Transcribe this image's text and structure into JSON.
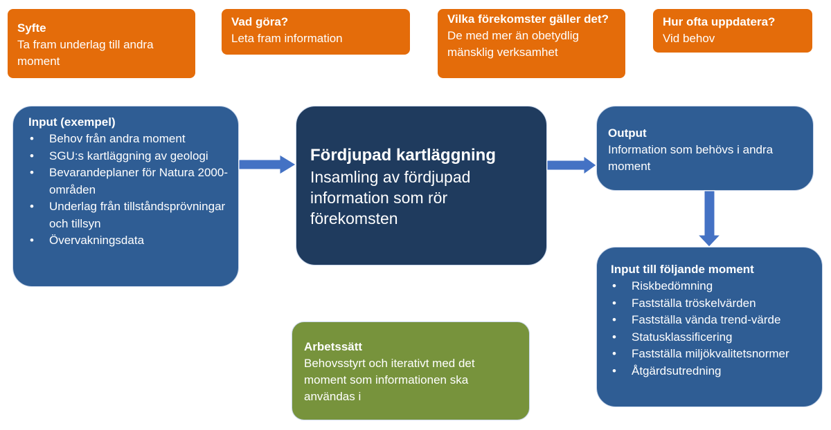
{
  "top_boxes": [
    {
      "title": "Syfte",
      "text": "Ta fram underlag till andra moment"
    },
    {
      "title": "Vad göra?",
      "text": "Leta fram information"
    },
    {
      "title": "Vilka förekomster gäller det?",
      "text": "De med mer än obetydlig mänsklig verksamhet"
    },
    {
      "title": "Hur ofta uppdatera?",
      "text": "Vid behov"
    }
  ],
  "input": {
    "title": "Input (exempel)",
    "items": [
      "Behov från andra moment",
      "SGU:s kartläggning av geologi",
      "Bevarandeplaner för Natura 2000-områden",
      "Underlag från tillståndsprövningar och tillsyn",
      "Övervakningsdata"
    ]
  },
  "center": {
    "title": "Fördjupad kartläggning",
    "text": "Insamling av fördjupad information som rör förekomsten"
  },
  "output": {
    "title": "Output",
    "text": "Information som behövs i andra moment"
  },
  "next_input": {
    "title": "Input till följande moment",
    "items": [
      "Riskbedömning",
      "Fastställa tröskelvärden",
      "Fastställa vända trend-värde",
      "Statusklassificering",
      "Fastställa miljökvalitetsnormer",
      "Åtgärdsutredning"
    ]
  },
  "method": {
    "title": "Arbetssätt",
    "text": "Behovsstyrt och iterativt med det moment som informationen ska användas i"
  },
  "colors": {
    "orange": "#E46C0A",
    "blue": "#2F5D94",
    "dark_blue": "#1F3B5E",
    "green": "#77933C",
    "arrow": "#4472C4"
  }
}
